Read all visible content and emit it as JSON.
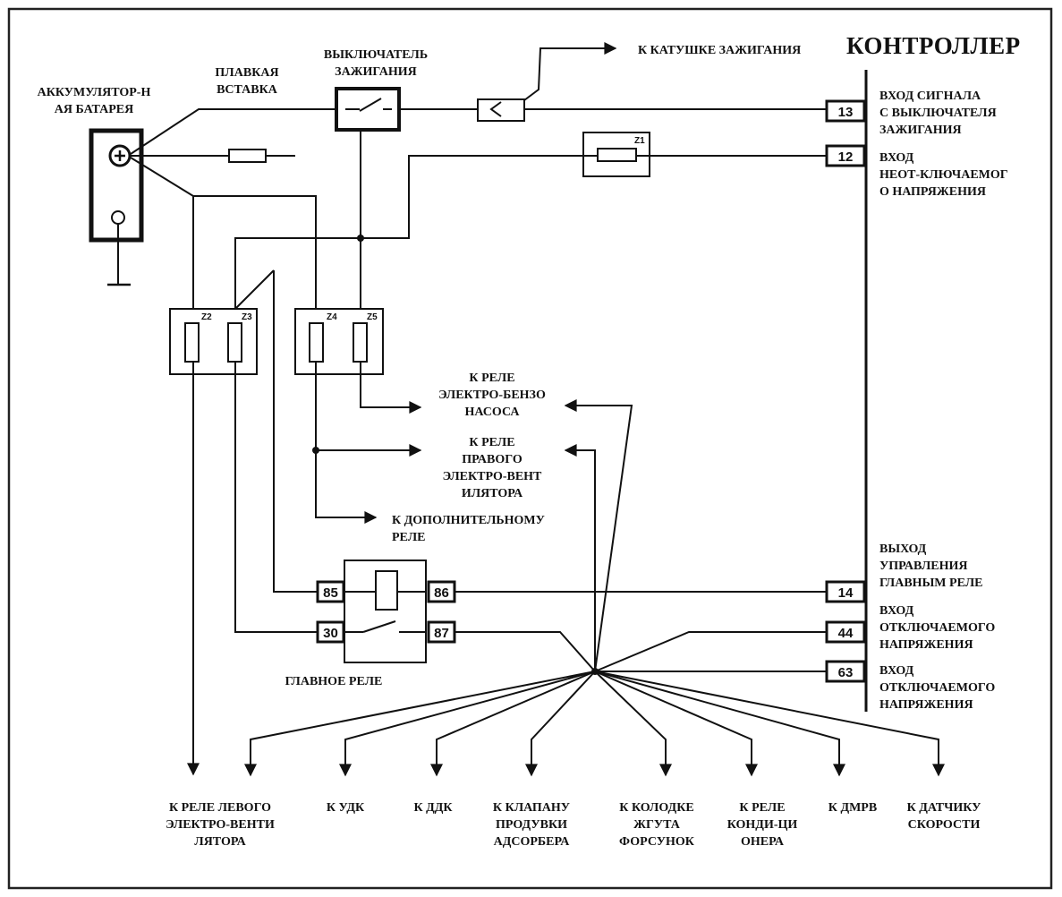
{
  "controller": {
    "title": "КОНТРОЛЛЕР",
    "pins": [
      {
        "num": "13",
        "lines": [
          "ВХОД СИГНАЛА",
          "С ВЫКЛЮЧАТЕЛЯ",
          "ЗАЖИГАНИЯ"
        ]
      },
      {
        "num": "12",
        "lines": [
          "ВХОД",
          "НЕОТ-КЛЮЧАЕМОГ",
          "О НАПРЯЖЕНИЯ"
        ]
      },
      {
        "num": "14",
        "lines": [
          "ВЫХОД",
          "УПРАВЛЕНИЯ",
          "ГЛАВНЫМ РЕЛЕ"
        ]
      },
      {
        "num": "44",
        "lines": [
          "ВХОД",
          "ОТКЛЮЧАЕМОГО",
          "НАПРЯЖЕНИЯ"
        ]
      },
      {
        "num": "63",
        "lines": [
          "ВХОД",
          "ОТКЛЮЧАЕМОГО",
          "НАПРЯЖЕНИЯ"
        ]
      }
    ]
  },
  "battery": {
    "label": [
      "АККУМУЛЯТОР-Н",
      "АЯ БАТАРЕЯ"
    ],
    "terminal_symbol": "⊕"
  },
  "fusible_link": {
    "label": [
      "ПЛАВКАЯ",
      "ВСТАВКА"
    ]
  },
  "ignition_switch": {
    "label": [
      "ВЫКЛЮЧАТЕЛЬ",
      "ЗАЖИГАНИЯ"
    ]
  },
  "ignition_coil": {
    "label": "К КАТУШКЕ ЗАЖИГАНИЯ"
  },
  "fuses": [
    "Z1",
    "Z2",
    "Z3",
    "Z4",
    "Z5"
  ],
  "main_relay": {
    "label": "ГЛАВНОЕ РЕЛЕ",
    "pins": [
      "85",
      "86",
      "30",
      "87"
    ]
  },
  "relay_targets": {
    "fuel_pump": [
      "К РЕЛЕ",
      "ЭЛЕКТРО-БЕНЗО",
      "НАСОСА"
    ],
    "right_fan": [
      "К РЕЛЕ",
      "ПРАВОГО",
      "ЭЛЕКТРО-ВЕНТ",
      "ИЛЯТОРА"
    ],
    "aux_relay": [
      "К ДОПОЛНИТЕЛЬНОМУ",
      "РЕЛЕ"
    ]
  },
  "bottom_targets": [
    {
      "id": "left-fan",
      "lines": [
        "К РЕЛЕ ЛЕВОГО",
        "ЭЛЕКТРО-ВЕНТИ",
        "ЛЯТОРА"
      ]
    },
    {
      "id": "udk",
      "lines": [
        "К УДК"
      ]
    },
    {
      "id": "ddk",
      "lines": [
        "К ДДК"
      ]
    },
    {
      "id": "purge-valve",
      "lines": [
        "К КЛАПАНУ",
        "ПРОДУВКИ",
        "АДСОРБЕРА"
      ]
    },
    {
      "id": "injector-harness",
      "lines": [
        "К КОЛОДКЕ",
        "ЖГУТА",
        "ФОРСУНОК"
      ]
    },
    {
      "id": "ac-relay",
      "lines": [
        "К РЕЛЕ",
        "КОНДИ-ЦИ",
        "ОНЕРА"
      ]
    },
    {
      "id": "dmrv",
      "lines": [
        "К ДМРВ"
      ]
    },
    {
      "id": "speed-sensor",
      "lines": [
        "К ДАТЧИКУ",
        "СКОРОСТИ"
      ]
    }
  ],
  "colors": {
    "line": "#111111",
    "frame": "#222222",
    "background": "#ffffff"
  }
}
